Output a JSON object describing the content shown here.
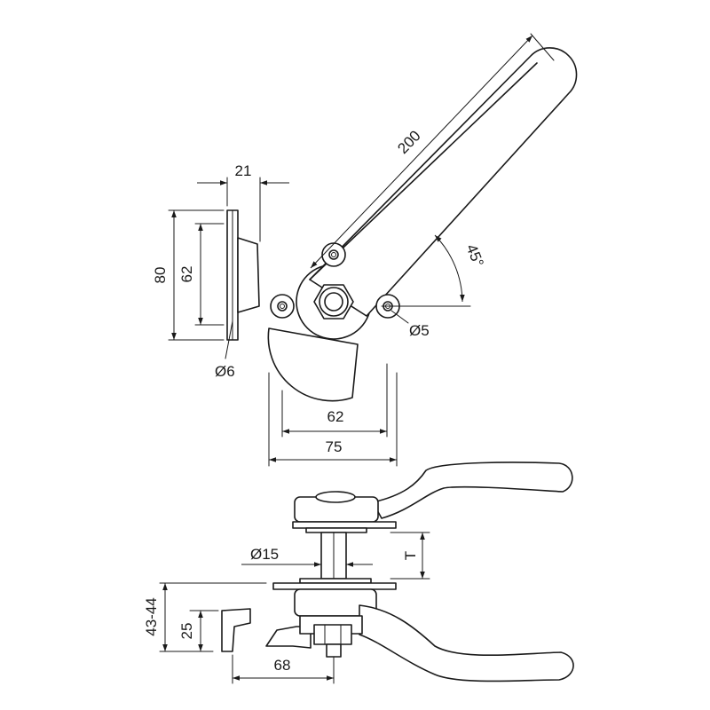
{
  "dimensions": {
    "handle_length": "200",
    "offset_depth": "21",
    "plate_height": "80",
    "hole_spacing_vertical": "62",
    "hole_dia_small": "Ø6",
    "screw_dia": "Ø5",
    "angle": "45°",
    "hole_spacing_horizontal": "62",
    "body_width": "75",
    "shaft_dia": "Ø15",
    "thickness": "T",
    "overall_height": "43-44",
    "cam_height": "25",
    "cam_reach": "68"
  },
  "colors": {
    "line": "#1a1a1a",
    "background": "#ffffff"
  }
}
